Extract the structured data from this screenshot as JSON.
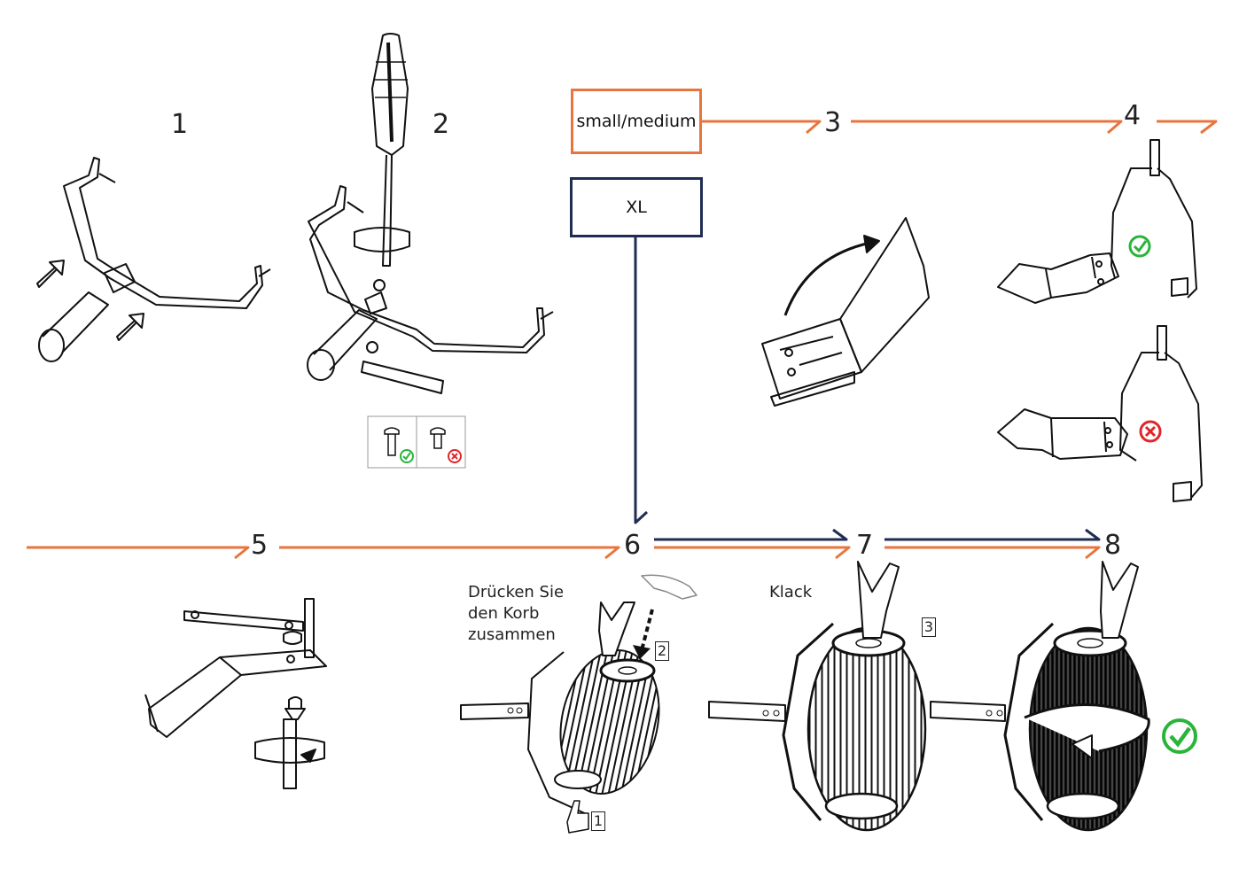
{
  "steps": {
    "s1": "1",
    "s2": "2",
    "s3": "3",
    "s4": "4",
    "s5": "5",
    "s6": "6",
    "s7": "7",
    "s8": "8"
  },
  "size_boxes": {
    "small_medium": "small/medium",
    "xl": "XL"
  },
  "step6": {
    "instruction": [
      "Drücken Sie",
      "den Korb",
      "zusammen"
    ],
    "marker1": "1",
    "marker2": "2"
  },
  "step7": {
    "sound": "Klack",
    "marker3": "3"
  },
  "colors": {
    "orange_path": "#e8753d",
    "navy_path": "#1f2d52",
    "ok_green": "#2bb43a",
    "bad_red": "#e0262b"
  },
  "icons": [
    "check-icon",
    "cross-icon",
    "arrow-icon",
    "hand-icon",
    "screwdriver-icon",
    "rotate-icon"
  ]
}
